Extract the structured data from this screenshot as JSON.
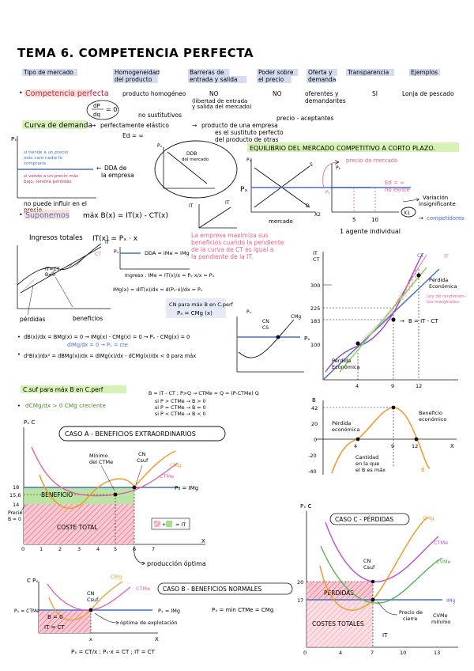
{
  "title": "TEMA 6. COMPETENCIA PERFECTA",
  "header_tags": [
    [
      "Tipo de mercado"
    ],
    [
      "Homogeneidad",
      "del producto"
    ],
    [
      "Barreras de",
      "entrada y salida"
    ],
    [
      "Poder sobre",
      "el precio"
    ],
    [
      "Oferta y",
      "demanda"
    ],
    [
      "Transparencia"
    ],
    [
      "Ejemplos"
    ]
  ],
  "comparison": {
    "heading": "Competencia perfecta",
    "producto": "producto homogéneo",
    "sustitutivos": "no sustitutivos",
    "barreras_no": "NO",
    "barreras_sub": [
      "(libertad de entrada",
      "y salida del mercado)"
    ],
    "poder_no": "NO",
    "precio_aceptantes": "precio - aceptantes",
    "oferta": [
      "oferentes y",
      "demandantes"
    ],
    "transparencia": "SI",
    "ejemplo": "Lonja de pescado",
    "deriv": "= 0"
  },
  "demand_section": {
    "label": "Curva de demanda",
    "text": "perfectamente elástico",
    "text2": "producto de una empresa",
    "text3": [
      "es el sustituto perfecto",
      "del producto de otras"
    ],
    "ed": "Ed = ∞",
    "ddb": "DDB",
    "ddb2": "del mercado",
    "dda": [
      "DDA de",
      "la empresa"
    ],
    "note1": [
      "si tiende a un precio",
      "más caro nadie le",
      "compraría"
    ],
    "note2": [
      "si vende a un precio más",
      "bajo, tendría pérdidas"
    ],
    "no_influir": [
      "no puede influir en el",
      "precio"
    ],
    "axis_p": "Pₓ",
    "axis_x": "X",
    "axis_it": "IT"
  },
  "equilibrio": {
    "title": "EQUILIBRIO DEL MERCADO COMPETITIVO A CORTO PLAZO.",
    "mercado": "mercado",
    "agente": "1 agente individual",
    "precio_mercado": "precio de mercado",
    "ed": [
      "Ed = ∞",
      "no existe"
    ],
    "variacion": [
      "Variación",
      "insignificante"
    ],
    "competidores": "competidores",
    "s": "S",
    "d": "D",
    "px": "Pₓ",
    "x2": "X2",
    "n5": "5",
    "n10": "10",
    "x1": "X1",
    "pk": "Pₖ"
  },
  "suponemos": {
    "label": "Suponemos",
    "eq": "máx B(x) = IT(x) - CT(x)",
    "ingresos": "Ingresos totales",
    "it_eq": "IT(x) = Pₓ · x",
    "maximiza": [
      "La empresa maximiza sus",
      "beneficios cuando la pendiente",
      "de la curva de CT es igual a",
      "la pendiente de la IT."
    ],
    "ddb_eq": "DDA = IMe = IMg",
    "ime": "Ingreso : IMe = IT(x)/x = Pₓ·x/x = Pₓ",
    "img": "IMg(x) = dIT(x)/dx = d(Pₓ·x)/dx = Pₓ",
    "cn": "CN para máx B en C.perf",
    "cn2": "Pₓ = CMg (x)",
    "it_b0": [
      "IT=CT",
      "B=0"
    ],
    "perdidas": "pérdidas",
    "beneficios": "beneficios",
    "it": "IT",
    "ct": "CT"
  },
  "derivs": {
    "d1": "dB(x)/dx = BMg(x) = 0 → IMg(x) - CMg(x) = 0 → Pₓ - CMg(x) = 0",
    "d2": "d²B(x)/dx² = dBMg(x)/dx = dIMg(x)/dx - dCMg(x)/dx < 0 para máx",
    "d2b": "dIMg/dx = 0 → Pₓ = cte",
    "csuf": "C.suf para máx B en C.perf",
    "csuf2": "dCMg/dx > 0   CMg creciente",
    "cn_cs": [
      "CN",
      "CS"
    ],
    "cmg": "CMg",
    "px": "Pₓ"
  },
  "bformula": {
    "line1": "B = IT - CT ; P>Q → CTMe = Q = (P-CTMe)·Q",
    "items": [
      "si P > CTMe → B > 0",
      "si P = CTMe → B = 0",
      "si P < CTMe → B < 0"
    ]
  },
  "right_chart": {
    "it_ct": [
      "IT",
      "CT"
    ],
    "ticks_y": [
      "300",
      "225",
      "183",
      "100"
    ],
    "ticks_x": [
      "4",
      "9",
      "12"
    ],
    "perdida": [
      "Pérdida",
      "Económica"
    ],
    "perdida2": [
      "Pérdida",
      "Económica"
    ],
    "ley": [
      "Ley de rendimien-",
      "tos marginales."
    ],
    "b_eq": "B = IT - CT",
    "ct": "CT",
    "it": "IT"
  },
  "b_chart": {
    "b": "B",
    "ticks_y": [
      "42",
      "20",
      "0",
      "-20",
      "-40"
    ],
    "ticks_x": [
      "4",
      "9",
      "12"
    ],
    "perdida": [
      "Pérdida",
      "económica"
    ],
    "beneficio": [
      "Beneficio",
      "económico"
    ],
    "cantidad": [
      "Cantidad",
      "en la que",
      "el B es máx"
    ],
    "x": "X"
  },
  "caso_a": {
    "title": "CASO A - BENEFICIOS EXTRAORDINARIOS",
    "minimo": [
      "Mínimo",
      "del CTMe"
    ],
    "cn": [
      "CN",
      "Csuf"
    ],
    "cmg": "CMg",
    "ctme": "CTMe",
    "beneficio": "BENEFICIO",
    "coste_total": "COSTE TOTAL",
    "legend": "= IT",
    "px": "Pₓ = IMg",
    "precio": [
      "Precio",
      "B = 0"
    ],
    "produccion": "producción óptima",
    "y_ticks": [
      "18",
      "15,6",
      "14"
    ],
    "x_ticks": [
      "0",
      "1",
      "2",
      "3",
      "4",
      "5",
      "6",
      "7"
    ],
    "pxc": "Pₓ C",
    "x": "X"
  },
  "caso_b": {
    "title": "CASO B - BENEFICIOS NORMALES",
    "cn": [
      "CN",
      "Csuf"
    ],
    "cmg": "CMg",
    "ctme": "CTMe",
    "b0": "B = 0",
    "itct": "IT = CT",
    "optima": "óptima de explotación",
    "px": "Pₓ = IMg",
    "eq": "Pₓ = min CTMe = CMg",
    "pxctme": "Pₓ = CTMe",
    "bottom": "Pₓ = CT/x ; Pₓ·x = CT ; IT = CT",
    "cpx": "C Pₓ",
    "x": "X",
    "xi": "x"
  },
  "caso_c": {
    "title": "CASO C - PÉRDIDAS",
    "cmg": "CMg",
    "ctme": "CTMe",
    "cvme": "CVMe",
    "img": "IMg",
    "perdidas": "PÉRDIDAS",
    "costes": "COSTES TOTALES",
    "cn": [
      "CN",
      "Csuf"
    ],
    "precio_cierre": [
      "Precio de",
      "cierre"
    ],
    "cvme_min": [
      "CVMe",
      "mínimo"
    ],
    "it": "IT",
    "y_ticks": [
      "20",
      "17"
    ],
    "x_ticks": [
      "0",
      "4",
      "7",
      "10",
      "13"
    ],
    "pxc": "Pₓ C"
  },
  "colors": {
    "tag_bg": "#d6dcf0",
    "pink": "#ef5c8a",
    "green": "#9fd96a",
    "blue": "#4a6fc6",
    "purple": "#b557c9",
    "orange": "#f39a2a",
    "red_fill": "#f2a3b0"
  }
}
